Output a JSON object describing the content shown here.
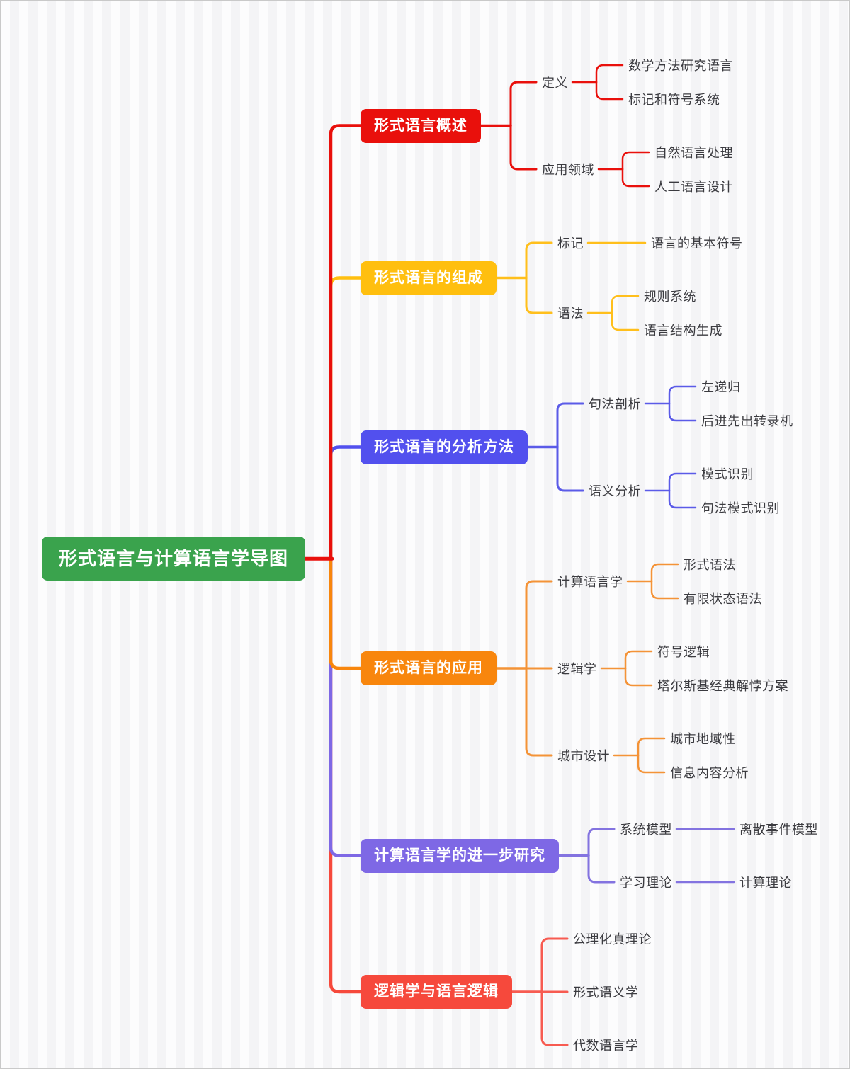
{
  "mindmap": {
    "root": {
      "label": "形式语言与计算语言学导图",
      "color": "#3AA34D"
    },
    "branches": [
      {
        "label": "形式语言概述",
        "color": "#E9100C",
        "line_color": "#E9100C",
        "children": [
          {
            "label": "定义",
            "children": [
              {
                "label": "数学方法研究语言"
              },
              {
                "label": "标记和符号系统"
              }
            ]
          },
          {
            "label": "应用领域",
            "children": [
              {
                "label": "自然语言处理"
              },
              {
                "label": "人工语言设计"
              }
            ]
          }
        ]
      },
      {
        "label": "形式语言的组成",
        "color": "#FFBF0F",
        "line_color": "#FFBF1C",
        "children": [
          {
            "label": "标记",
            "children": [
              {
                "label": "语言的基本符号"
              }
            ]
          },
          {
            "label": "语法",
            "children": [
              {
                "label": "规则系统"
              },
              {
                "label": "语言结构生成"
              }
            ]
          }
        ]
      },
      {
        "label": "形式语言的分析方法",
        "color": "#5250EE",
        "line_color": "#5B5BE8",
        "children": [
          {
            "label": "句法剖析",
            "children": [
              {
                "label": "左递归"
              },
              {
                "label": "后进先出转录机"
              }
            ]
          },
          {
            "label": "语义分析",
            "children": [
              {
                "label": "模式识别"
              },
              {
                "label": "句法模式识别"
              }
            ]
          }
        ]
      },
      {
        "label": "形式语言的应用",
        "color": "#F8860D",
        "line_color": "#F49337",
        "children": [
          {
            "label": "计算语言学",
            "children": [
              {
                "label": "形式语法"
              },
              {
                "label": "有限状态语法"
              }
            ]
          },
          {
            "label": "逻辑学",
            "children": [
              {
                "label": "符号逻辑"
              },
              {
                "label": "塔尔斯基经典解悖方案"
              }
            ]
          },
          {
            "label": "城市设计",
            "children": [
              {
                "label": "城市地域性"
              },
              {
                "label": "信息内容分析"
              }
            ]
          }
        ]
      },
      {
        "label": "计算语言学的进一步研究",
        "color": "#7E68E5",
        "line_color": "#8373E0",
        "children": [
          {
            "label": "系统模型",
            "children": [
              {
                "label": "离散事件模型"
              }
            ]
          },
          {
            "label": "学习理论",
            "children": [
              {
                "label": "计算理论"
              }
            ]
          }
        ]
      },
      {
        "label": "逻辑学与语言逻辑",
        "color": "#F6493C",
        "line_color": "#F75B51",
        "children": [
          {
            "label": "公理化真理论"
          },
          {
            "label": "形式语义学"
          },
          {
            "label": "代数语言学"
          }
        ]
      }
    ]
  }
}
